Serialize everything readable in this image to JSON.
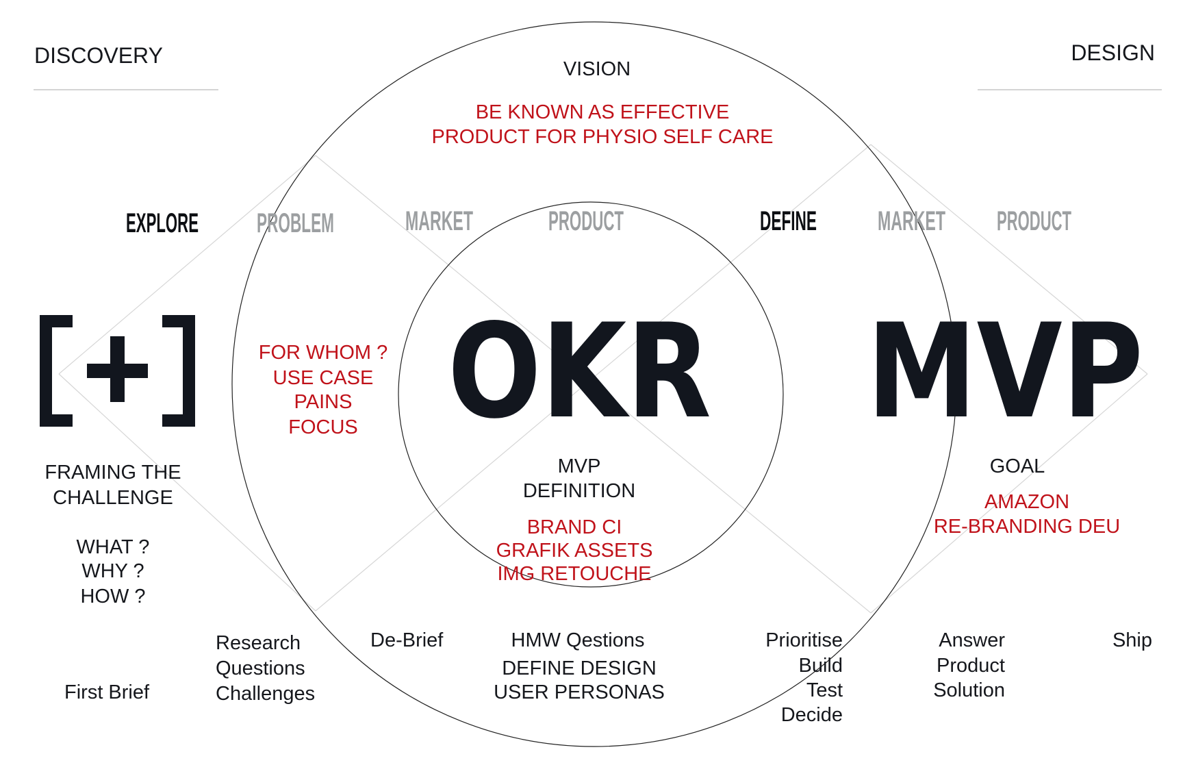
{
  "phases": {
    "left": "DISCOVERY",
    "right": "DESIGN"
  },
  "vision": {
    "title": "VISION",
    "statement": [
      "BE KNOWN AS EFFECTIVE",
      "PRODUCT FOR PHYSIO SELF CARE"
    ]
  },
  "headings": {
    "explore": "EXPLORE",
    "problem": "PROBLEM",
    "market1": "MARKET",
    "product1": "PRODUCT",
    "define": "DEFINE",
    "market2": "MARKET",
    "product2": "PRODUCT"
  },
  "logo": {
    "bracket_plus": "[+]",
    "okr": "OKR",
    "mvp": "MVP"
  },
  "problem_items": [
    "FOR WHOM ?",
    "USE CASE",
    "PAINS",
    "FOCUS"
  ],
  "mvp_definition": {
    "title": [
      "MVP",
      "DEFINITION"
    ],
    "items": [
      "BRAND CI",
      "GRAFIK ASSETS",
      "IMG RETOUCHE"
    ]
  },
  "goal": {
    "title": "GOAL",
    "items": [
      "AMAZON",
      "RE-BRANDING DEU"
    ]
  },
  "framing": {
    "title": [
      "FRAMING THE",
      "CHALLENGE"
    ],
    "questions": [
      "WHAT ?",
      "WHY ?",
      "HOW ?"
    ]
  },
  "steps": {
    "first_brief": "First Brief",
    "research": [
      "Research",
      "Questions",
      "Challenges"
    ],
    "debrief": "De-Brief",
    "hmw": [
      "HMW Qestions",
      "DEFINE DESIGN",
      "USER PERSONAS"
    ],
    "prioritise": [
      "Prioritise",
      "Build",
      "Test",
      "Decide"
    ],
    "answer": [
      "Answer",
      "Product",
      "Solution"
    ],
    "ship": "Ship"
  },
  "colors": {
    "accent_red": "#c0121a",
    "muted_gray": "#9c9fa1",
    "ink": "#12161e"
  }
}
